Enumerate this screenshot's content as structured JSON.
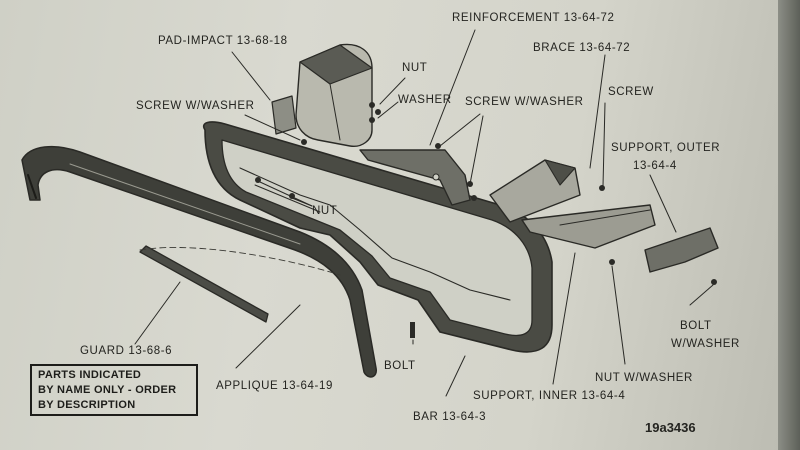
{
  "labels": {
    "pad_impact": "PAD-IMPACT 13-68-18",
    "reinforcement": "REINFORCEMENT 13-64-72",
    "nut_top": "NUT",
    "washer": "WASHER",
    "brace": "BRACE 13-64-72",
    "screw_washer_left": "SCREW W/WASHER",
    "screw_washer_mid": "SCREW W/WASHER",
    "screw": "SCREW",
    "support_outer_1": "SUPPORT, OUTER",
    "support_outer_2": "13-64-4",
    "nut_mid": "NUT",
    "bolt_washer_1": "BOLT",
    "bolt_washer_2": "W/WASHER",
    "guard": "GUARD 13-68-6",
    "bolt": "BOLT",
    "nut_washer": "NUT W/WASHER",
    "support_inner": "SUPPORT, INNER 13-64-4",
    "applique": "APPLIQUE 13-64-19",
    "bar": "BAR 13-64-3"
  },
  "note": {
    "line1": "PARTS INDICATED",
    "line2": "BY NAME ONLY - ORDER",
    "line3": "BY DESCRIPTION"
  },
  "figure_number": "19a3436"
}
